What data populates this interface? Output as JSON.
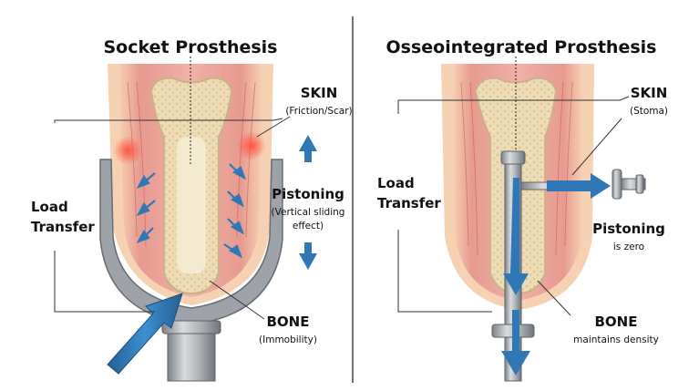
{
  "left": {
    "title": "Socket Prosthesis",
    "skin": "SKIN",
    "skin_note": "(Friction/Scar)",
    "pistoning": "Pistoning",
    "pistoning_note_1": "(Vertical sliding",
    "pistoning_note_2": "effect)",
    "load_1": "Load",
    "load_2": "Transfer",
    "bone": "BONE",
    "bone_note": "(Immobility)"
  },
  "right": {
    "title": "Osseointegrated Prosthesis",
    "skin": "SKIN",
    "skin_note": "(Stoma)",
    "load_1": "Load",
    "load_2": "Transfer",
    "pistoning": "Pistoning",
    "pistoning_note": "is zero",
    "bone": "BONE",
    "bone_note": "maintains density"
  },
  "colors": {
    "muscle": "#e58f8a",
    "muscle_dark": "#c9605c",
    "skin": "#f3c9a2",
    "bone": "#efe2c2",
    "bone_edge": "#c9b48a",
    "socket": "#9da3a8",
    "arrow_blue": "#2f78b5"
  }
}
